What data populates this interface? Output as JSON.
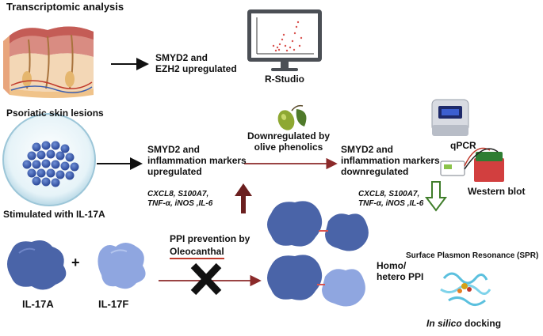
{
  "title": "Transcriptomic analysis",
  "row1": {
    "skin_label": "Psoriatic skin lesions",
    "result_line1": "SMYD2 and",
    "result_line2": "EZH2 upregulated",
    "tool_label": "R-Studio"
  },
  "row2": {
    "dish_label": "Stimulated with IL-17A",
    "up_line1": "SMYD2 and",
    "up_line2": "inflammation markers",
    "up_line3": "upregulated",
    "markers_line1": "CXCL8, S100A7,",
    "markers_line2": "TNF-α, iNOS ,IL-6",
    "olive_line1": "Downregulated by",
    "olive_line2": "olive phenolics",
    "down_line1": "SMYD2 and",
    "down_line2": "inflammation markers",
    "down_line3": "downregulated",
    "markers2_line1": "CXCL8, S100A7,",
    "markers2_line2": "TNF-α, iNOS ,IL-6",
    "qpcr_label": "qPCR",
    "wb_label": "Western blot"
  },
  "row3": {
    "il17a_label": "IL-17A",
    "plus": "+",
    "il17f_label": "IL-17F",
    "ppi_line1": "PPI prevention by",
    "ppi_line2": "Oleocanthal",
    "homo_line1": "Homo/",
    "homo_line2": "hetero PPI",
    "spr_label": "Surface Plasmon Resonance (SPR)",
    "docking_italic": "In silico",
    "docking_rest": " docking"
  },
  "colors": {
    "protein_dark": "#4a64a8",
    "protein_light": "#8fa6e0",
    "arrow_dark": "#111111",
    "arrow_red": "#8b2a2a",
    "up_arrow": "#6b1f1f",
    "down_arrow": "#3f7d2a",
    "underline": "#c0392b"
  }
}
